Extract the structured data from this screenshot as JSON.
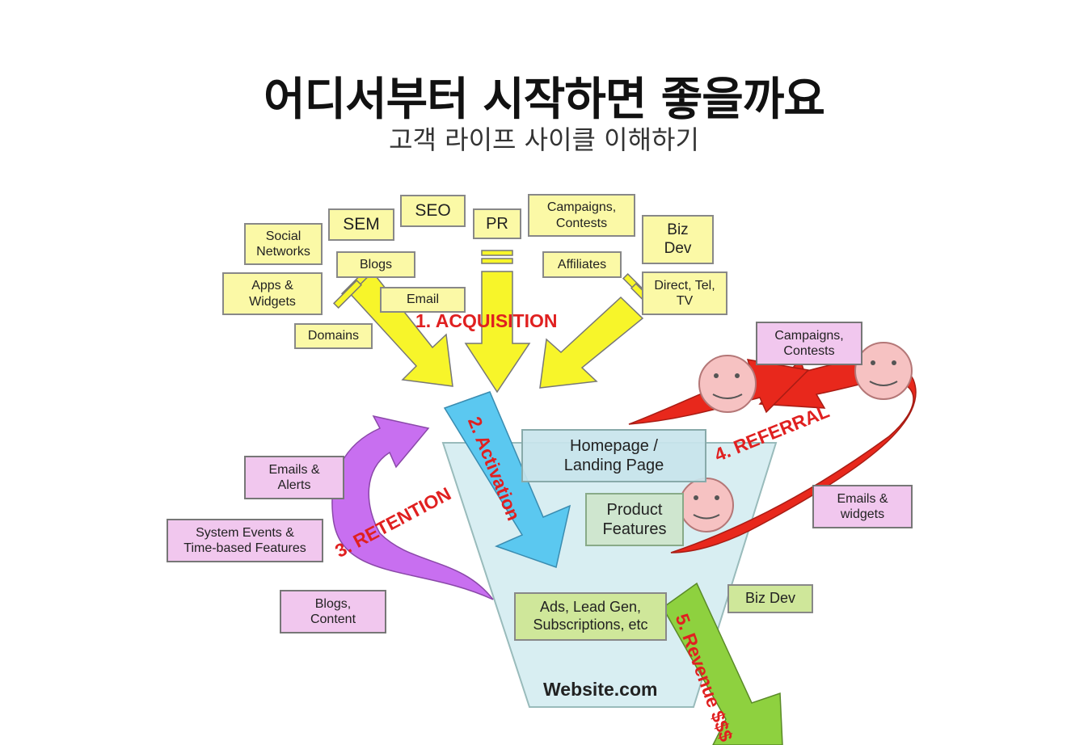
{
  "slide": {
    "title": "어디서부터 시작하면 좋을까요",
    "subtitle": "고객 라이프 사이클 이해하기"
  },
  "colors": {
    "acquisition": "#f7f52a",
    "activation": "#5bc8f0",
    "retention": "#c86ff0",
    "referral": "#e8281c",
    "revenue": "#8ed13f",
    "funnel": "#d8eef2"
  },
  "acquisition_sources": [
    {
      "id": "social",
      "label": "Social\nNetworks"
    },
    {
      "id": "sem",
      "label": "SEM"
    },
    {
      "id": "seo",
      "label": "SEO"
    },
    {
      "id": "pr",
      "label": "PR"
    },
    {
      "id": "campaigns",
      "label": "Campaigns,\nContests"
    },
    {
      "id": "bizdev",
      "label": "Biz\nDev"
    },
    {
      "id": "blogs",
      "label": "Blogs"
    },
    {
      "id": "affiliates",
      "label": "Affiliates"
    },
    {
      "id": "apps",
      "label": "Apps &\nWidgets"
    },
    {
      "id": "email",
      "label": "Email"
    },
    {
      "id": "direct",
      "label": "Direct, Tel,\nTV"
    },
    {
      "id": "domains",
      "label": "Domains"
    }
  ],
  "retention_sources": [
    {
      "id": "emails_alerts",
      "label": "Emails &\nAlerts"
    },
    {
      "id": "system_events",
      "label": "System Events &\nTime-based Features"
    },
    {
      "id": "blogs_content",
      "label": "Blogs,\nContent"
    }
  ],
  "referral_sources": [
    {
      "id": "ref_campaigns",
      "label": "Campaigns,\nContests"
    },
    {
      "id": "emails_widgets",
      "label": "Emails &\nwidgets"
    }
  ],
  "website": {
    "name": "Website.com",
    "homepage": "Homepage /\nLanding Page",
    "product": "Product\nFeatures",
    "ads": "Ads, Lead Gen,\nSubscriptions, etc",
    "bizdev": "Biz Dev"
  },
  "stages": {
    "acquisition": "1. ACQUISITION",
    "activation": "2. Activation",
    "retention": "3. RETENTION",
    "referral": "4. REFERRAL",
    "revenue": "5. Revenue $$$"
  }
}
